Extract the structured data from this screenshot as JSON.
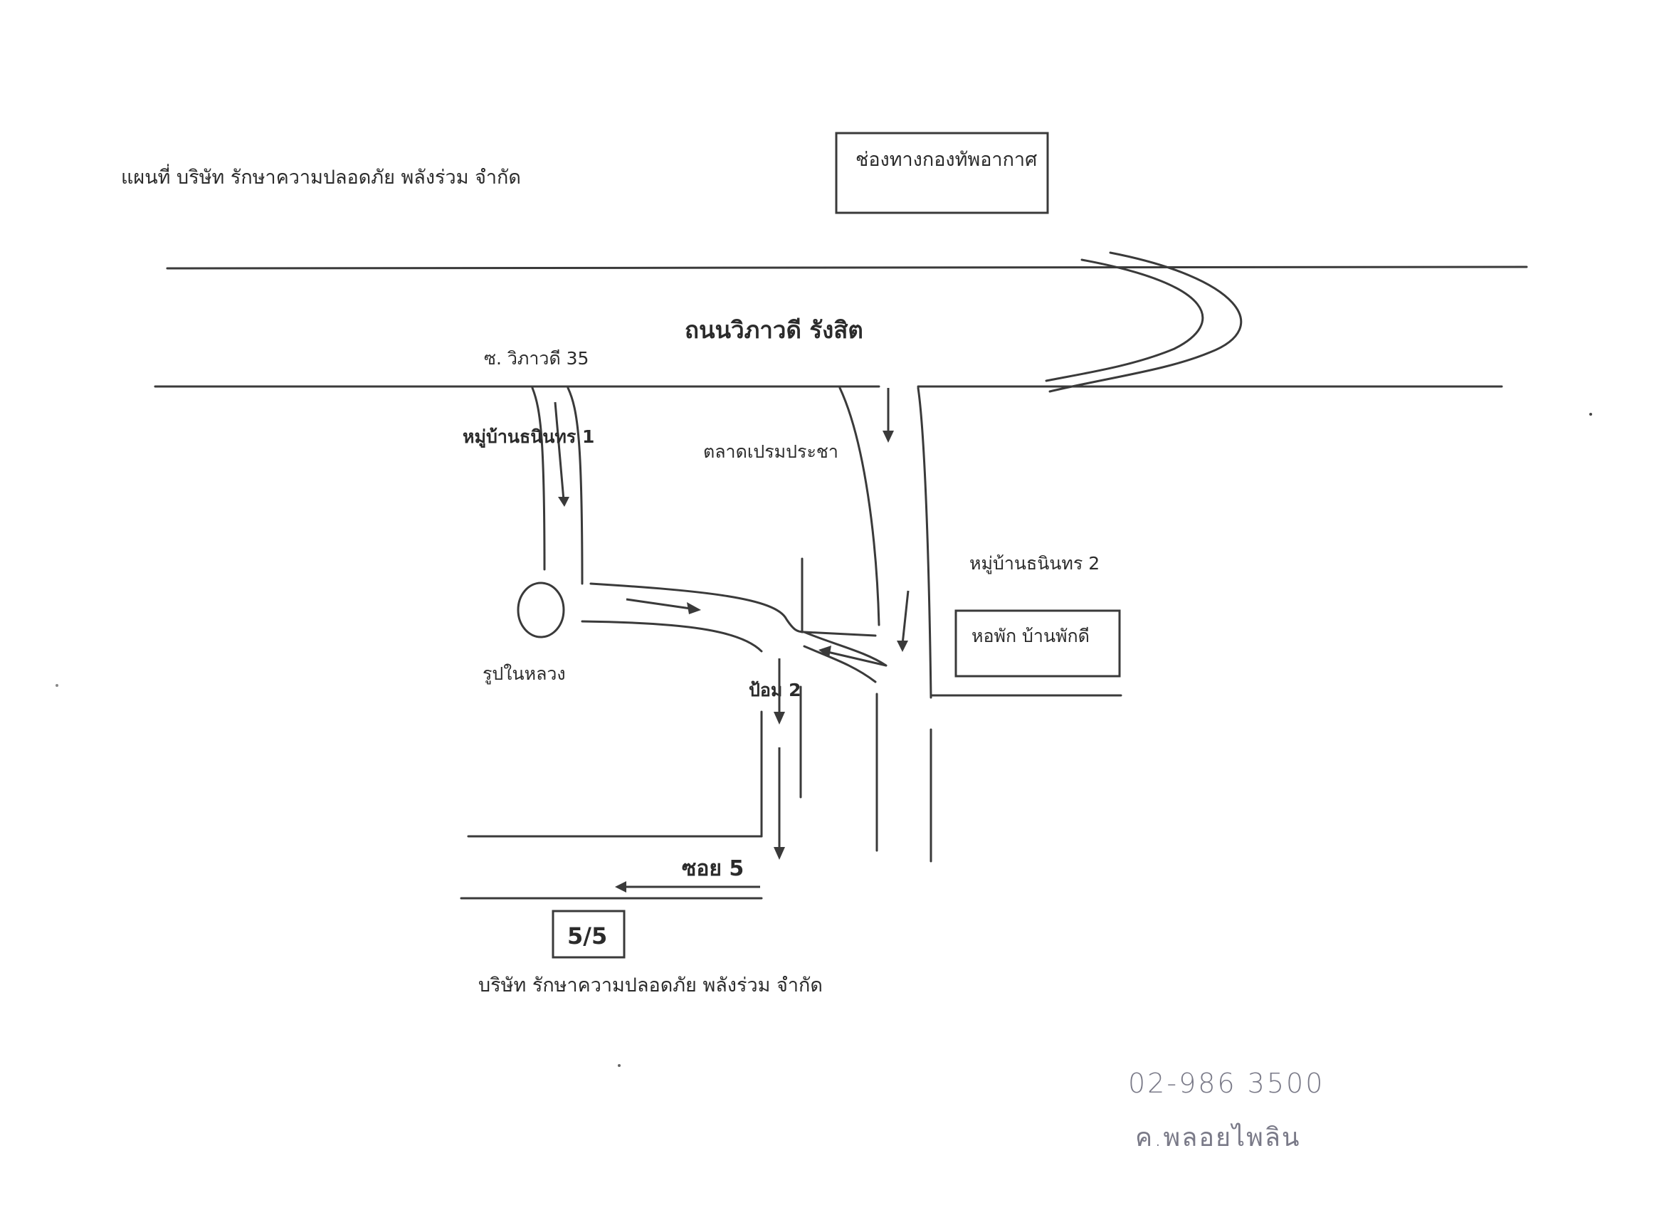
{
  "map": {
    "title": "แผนที่ บริษัท รักษาความปลอดภัย พลังร่วม จำกัด",
    "places": {
      "airforce_lane": "ช่องทางกองทัพอากาศ",
      "main_road": "ถนนวิภาวดี รังสิต",
      "soi_vibhavadi": "ซ. วิภาวดี 35",
      "village_1": "หมู่บ้านธนินทร 1",
      "market": "ตลาดเปรมประชา",
      "village_2": "หมู่บ้านธนินทร 2",
      "dorm": "หอพัก บ้านพักดี",
      "statue": "รูปในหลวง",
      "police_box": "ป้อม 2",
      "soi_5": "ซอย 5",
      "house_no": "5/5",
      "company": "บริษัท รักษาความปลอดภัย พลังร่วม จำกัด"
    },
    "handwritten": {
      "phone": "02-986 3500",
      "contact": "ค.พลอยไพลิน"
    }
  }
}
